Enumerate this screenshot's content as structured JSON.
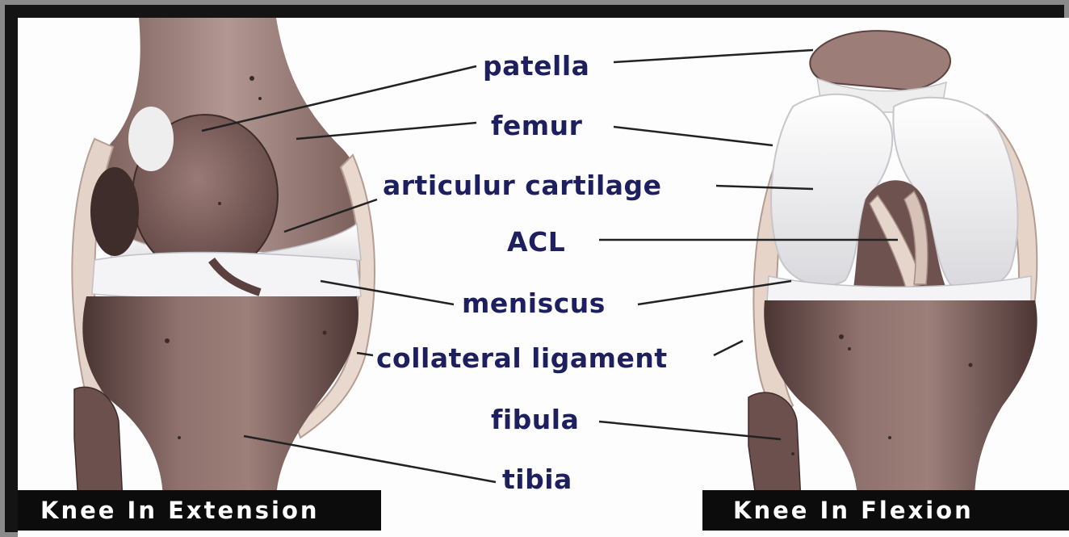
{
  "diagram": {
    "labels": {
      "patella": "patella",
      "femur": "femur",
      "articular_cartilage": "articulur cartilage",
      "acl": "ACL",
      "meniscus": "meniscus",
      "collateral_ligament": "collateral ligament",
      "fibula": "fibula",
      "tibia": "tibia"
    },
    "captions": {
      "left": "Knee In Extension",
      "right": "Knee In Flexion"
    },
    "colors": {
      "label_text": "#1d1f5e",
      "bone": "#8a6b68",
      "bone_dark": "#5a4240",
      "cartilage": "#f2f2f2",
      "ligament": "#e9d9cf",
      "leader_line": "#222222"
    }
  }
}
